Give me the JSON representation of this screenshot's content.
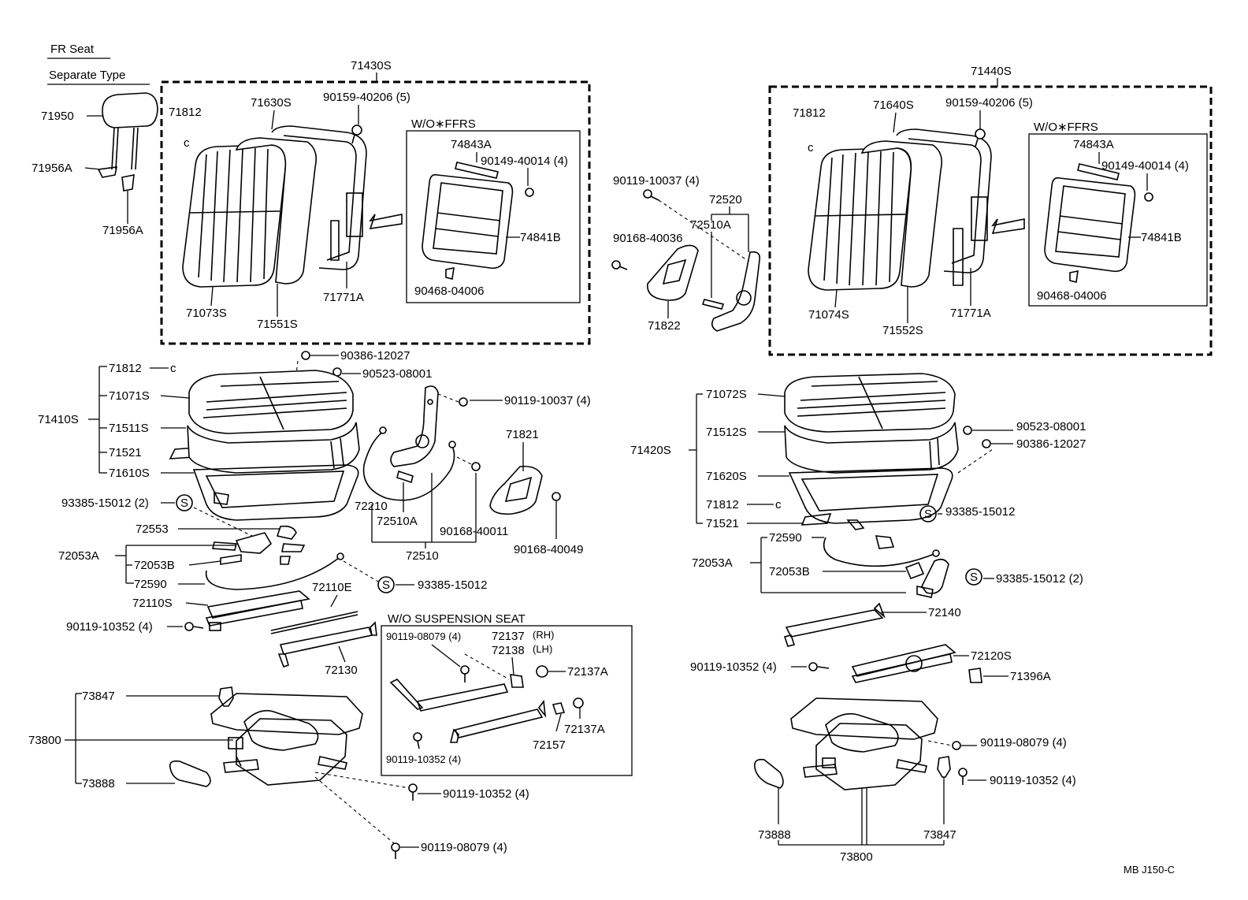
{
  "header": {
    "title": "FR Seat",
    "subtitle": "Separate Type"
  },
  "footer": {
    "code": "MB J150-C"
  },
  "boxes": {
    "left_back_assy": "71430S",
    "right_back_assy": "71440S",
    "left_wo_ffrs": "W/O∗FFRS",
    "right_wo_ffrs": "W/O∗FFRS",
    "wo_suspension": "W/O SUSPENSION SEAT"
  },
  "labels": {
    "l_71950": "71950",
    "l_71956A_1": "71956A",
    "l_71956A_2": "71956A",
    "l_71812_a": "71812",
    "l_71630S": "71630S",
    "l_90159_l": "90159-40206 (5)",
    "l_74843A_l": "74843A",
    "l_90149_l": "90149-40014 (4)",
    "l_74841B_l": "74841B",
    "l_90468_l": "90468-04006",
    "l_71073S": "71073S",
    "l_71551S": "71551S",
    "l_71771A_l": "71771A",
    "l_90119_10037_a": "90119-10037 (4)",
    "l_72520": "72520",
    "l_72510A_a": "72510A",
    "l_90168_40036": "90168-40036",
    "l_71822": "71822",
    "l_71812_b": "71812",
    "l_71640S": "71640S",
    "l_90159_r": "90159-40206 (5)",
    "l_74843A_r": "74843A",
    "l_90149_r": "90149-40014 (4)",
    "l_74841B_r": "74841B",
    "l_90468_r": "90468-04006",
    "l_71074S": "71074S",
    "l_71552S": "71552S",
    "l_71771A_r": "71771A",
    "l_90386_a": "90386-12027",
    "l_90523_a": "90523-08001",
    "l_71812_c": "71812",
    "l_71071S": "71071S",
    "l_71410S": "71410S",
    "l_71511S": "71511S",
    "l_71521_a": "71521",
    "l_71610S": "71610S",
    "l_90119_10037_b": "90119-10037 (4)",
    "l_71821": "71821",
    "l_93385_a": "93385-15012 (2)",
    "l_72210": "72210",
    "l_72510A_b": "72510A",
    "l_90168_40011": "90168-40011",
    "l_90168_40049": "90168-40049",
    "l_72510": "72510",
    "l_72553": "72553",
    "l_72053A_a": "72053A",
    "l_72053B_a": "72053B",
    "l_72590_a": "72590",
    "l_93385_b": "93385-15012",
    "l_72110E": "72110E",
    "l_72110S": "72110S",
    "l_90119_10352_a": "90119-10352 (4)",
    "l_72130": "72130",
    "l_90119_08079_a": "90119-08079 (4)",
    "l_72137": "72137",
    "l_72138": "72138",
    "l_rh": "(RH)",
    "l_lh": "(LH)",
    "l_72137A_a": "72137A",
    "l_72137A_b": "72137A",
    "l_72157": "72157",
    "l_90119_10352_b": "90119-10352 (4)",
    "l_73847_a": "73847",
    "l_73800_a": "73800",
    "l_73888_a": "73888",
    "l_90119_10352_c": "90119-10352 (4)",
    "l_90119_08079_b": "90119-08079 (4)",
    "l_71072S": "71072S",
    "l_71512S": "71512S",
    "l_90523_b": "90523-08001",
    "l_90386_b": "90386-12027",
    "l_71420S": "71420S",
    "l_71620S": "71620S",
    "l_71812_d": "71812",
    "l_71521_b": "71521",
    "l_93385_c": "93385-15012",
    "l_72590_b": "72590",
    "l_72053A_b": "72053A",
    "l_72053B_b": "72053B",
    "l_93385_d": "93385-15012 (2)",
    "l_72140": "72140",
    "l_90119_10352_d": "90119-10352 (4)",
    "l_72120S": "72120S",
    "l_71396A": "71396A",
    "l_90119_08079_c": "90119-08079 (4)",
    "l_90119_10352_e": "90119-10352 (4)",
    "l_73888_b": "73888",
    "l_73847_b": "73847",
    "l_73800_b": "73800",
    "s_mark": "S"
  }
}
